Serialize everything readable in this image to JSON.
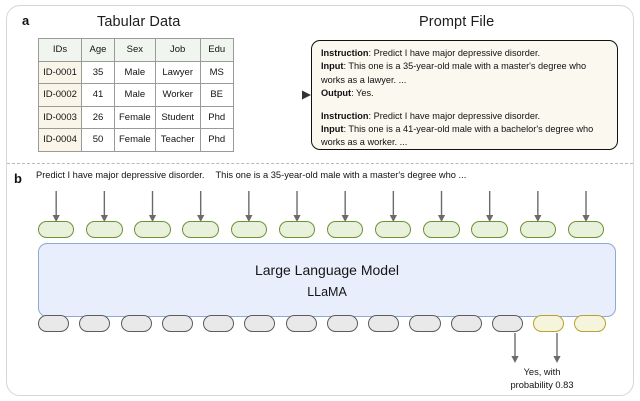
{
  "figure": {
    "panel_a_letter": "a",
    "panel_b_letter": "b"
  },
  "panel_a": {
    "tabular_title": "Tabular Data",
    "prompt_title": "Prompt File",
    "table": {
      "columns": [
        "IDs",
        "Age",
        "Sex",
        "Job",
        "Edu"
      ],
      "rows": [
        [
          "ID-0001",
          "35",
          "Male",
          "Lawyer",
          "MS"
        ],
        [
          "ID-0002",
          "41",
          "Male",
          "Worker",
          "BE"
        ],
        [
          "ID-0003",
          "26",
          "Female",
          "Student",
          "Phd"
        ],
        [
          "ID-0004",
          "50",
          "Female",
          "Teacher",
          "Phd"
        ]
      ]
    },
    "prompt_file": {
      "entry1": {
        "instruction_label": "Instruction",
        "instruction_text": ": Predict I have major depressive disorder.",
        "input_label": "Input",
        "input_text": ": This one is a 35-year-old male with a master's degree who works as a lawyer. ...",
        "output_label": "Output",
        "output_text": ": Yes."
      },
      "entry2": {
        "instruction_label": "Instruction",
        "instruction_text": ": Predict I have major depressive disorder.",
        "input_label": "Input",
        "input_text": ": This one is a 41-year-old male with a bachelor's degree who works as a worker. ..."
      }
    }
  },
  "panel_b": {
    "sentence_part1": "Predict I have major depressive disorder.",
    "sentence_part2": "This one is a 35-year-old male with a master's degree who ...",
    "llm_title": "Large Language Model",
    "llm_subtitle": "LLaMA",
    "input_token_count": 12,
    "output_token_count": 14,
    "output_highlight_count": 2,
    "output_label_line1": "Yes, with",
    "output_label_line2": "probability 0.83"
  },
  "colors": {
    "input_token_fill": "#e8f2da",
    "input_token_border": "#6f9134",
    "output_token_fill": "#e9e9e9",
    "output_token_border": "#5c5c5c",
    "highlight_token_fill": "#f4f5dc",
    "highlight_token_border": "#b9a22c",
    "llm_box_fill": "#e8eefb",
    "llm_box_border": "#8fa8d4",
    "prompt_box_fill": "#fbf8f0",
    "prompt_box_border": "#111111",
    "table_header_fill": "#f1f5ef",
    "table_id_fill": "#faf5e9",
    "arrow": "#6b6b6b"
  }
}
